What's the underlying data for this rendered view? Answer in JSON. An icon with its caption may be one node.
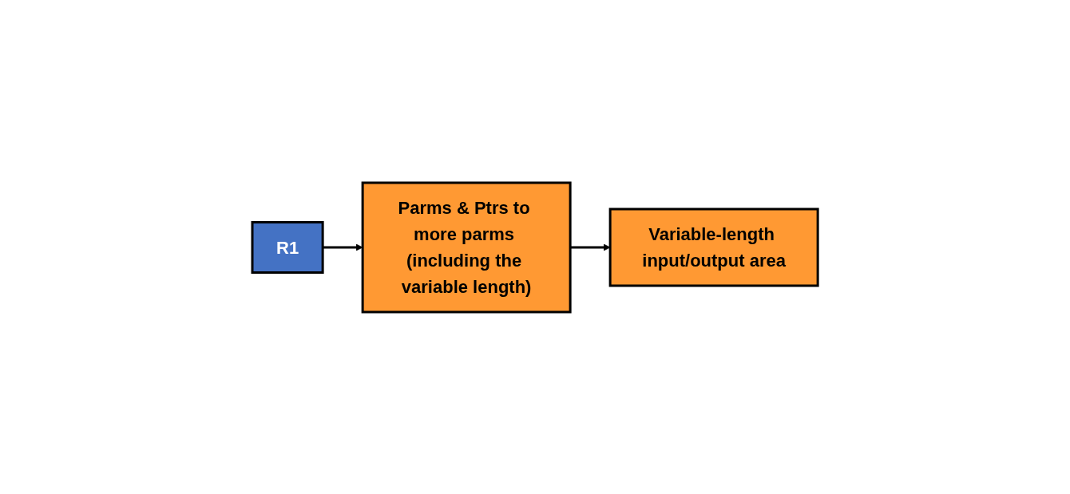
{
  "diagram": {
    "nodes": [
      {
        "text": [
          "R1"
        ]
      },
      {
        "text": [
          "Parms & Ptrs to more parms (including the variable length)"
        ]
      },
      {
        "text": [
          "Variable-length input/output area"
        ]
      }
    ],
    "edges": [
      {
        "from": 0,
        "to": 1,
        "arrow": "to"
      },
      {
        "from": 1,
        "to": 2,
        "arrow": "to"
      }
    ]
  }
}
